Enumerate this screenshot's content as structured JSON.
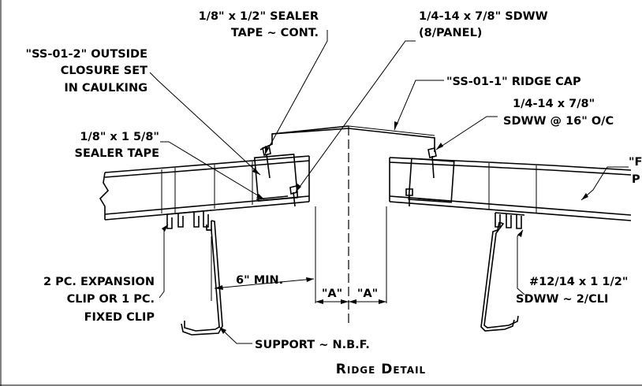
{
  "title": "Ridge Detail",
  "labels": {
    "sealer_tape_half": [
      "1/8\" x 1/2\" SEALER",
      "TAPE ~ CONT."
    ],
    "sdww_panel": [
      "1/4-14 x 7/8\" SDWW",
      "(8/PANEL)"
    ],
    "outside_closure": [
      "\"SS-01-2\" OUTSIDE",
      "CLOSURE SET",
      "IN CAULKING"
    ],
    "ridge_cap": "\"SS-01-1\" RIDGE CAP",
    "sdww_16oc": [
      "1/4-14 x 7/8\"",
      "SDWW @ 16\" O/C"
    ],
    "sealer_tape_158": [
      "1/8\" x 1 5/8\"",
      "SEALER TAPE"
    ],
    "panel_cut": [
      "\"F",
      "P"
    ],
    "expansion_clip": [
      "2 PC. EXPANSION",
      "CLIP OR 1 PC.",
      "FIXED CLIP"
    ],
    "six_min": "6\" MIN.",
    "dim_a_left": "\"A\"",
    "dim_a_right": "\"A\"",
    "clip_screw": [
      "#12/14 x 1 1/2\"",
      "SDWW ~ 2/CLI"
    ],
    "support": "SUPPORT ~ N.B.F."
  }
}
